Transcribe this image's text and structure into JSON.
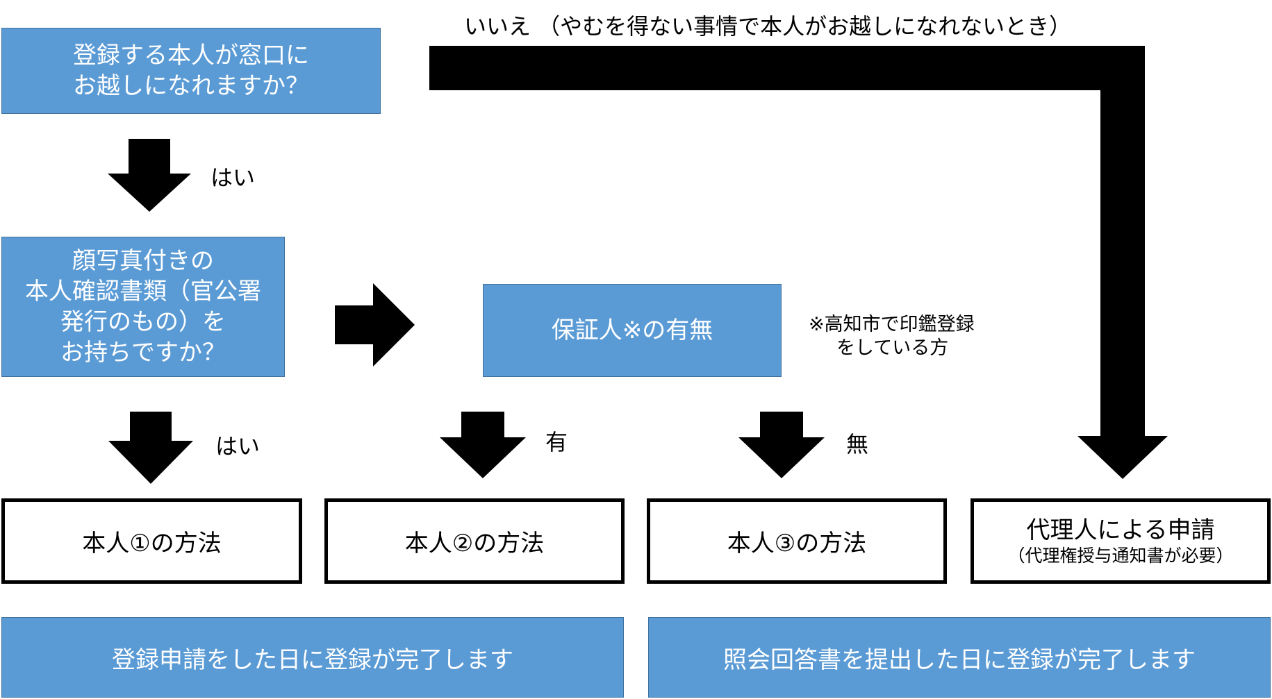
{
  "colors": {
    "box_fill": "#5b9bd5",
    "box_border": "#41719c",
    "box_text": "#ffffff",
    "arrow": "#000000"
  },
  "q1": {
    "line1": "登録する本人が窓口に",
    "line2": "お越しになれますか？"
  },
  "no_branch_label": "いいえ （やむを得ない事情で本人がお越しになれないとき）",
  "yes_label_1": "はい",
  "q2": {
    "line1": "顔写真付きの",
    "line2": "本人確認書類（官公署",
    "line3": "発行のもの）を",
    "line4": "お持ちですか？"
  },
  "guarantor": {
    "label": "保証人※の有無",
    "note_line1": "※高知市で印鑑登録",
    "note_line2": "をしている方"
  },
  "yes_label_2": "はい",
  "has_label": "有",
  "none_label": "無",
  "methods": {
    "method1": "本人①の方法",
    "method2": "本人②の方法",
    "method3": "本人③の方法",
    "proxy_title": "代理人による申請",
    "proxy_note": "（代理権授与通知書が必要）"
  },
  "results": {
    "same_day": "登録申請をした日に登録が完了します",
    "reply_day": "照会回答書を提出した日に登録が完了します"
  }
}
